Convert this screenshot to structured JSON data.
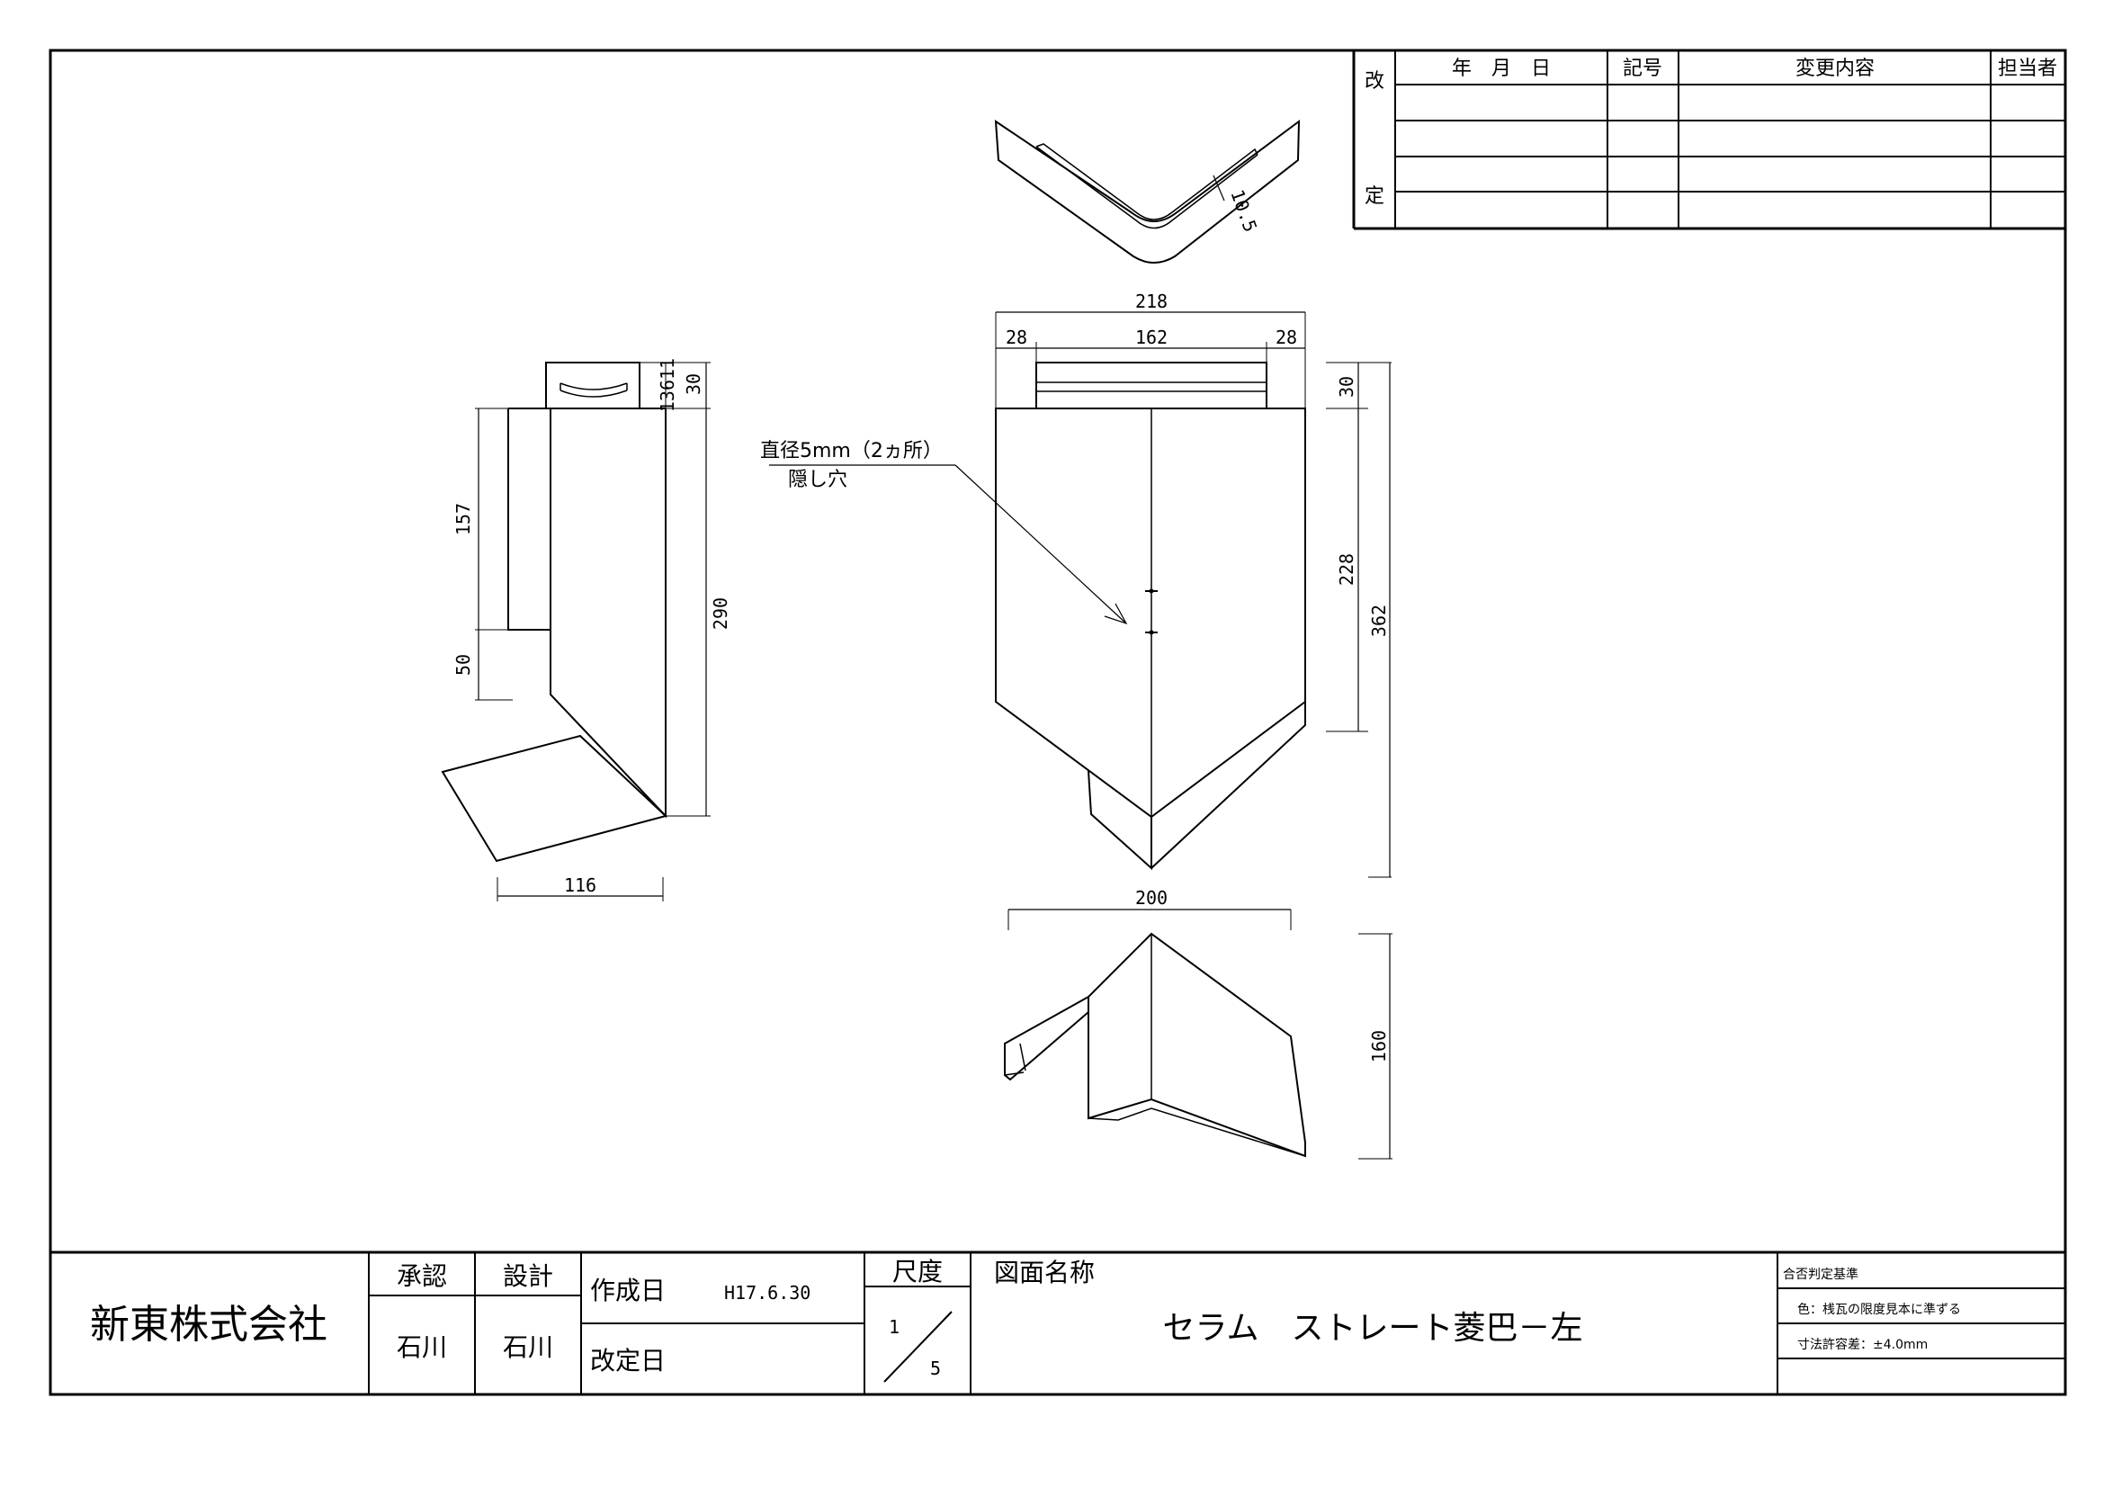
{
  "revision_table": {
    "side_top": "改",
    "side_bottom": "定",
    "headers": {
      "date": "年　月　日",
      "mark": "記号",
      "content": "変更内容",
      "person": "担当者"
    }
  },
  "drawing": {
    "side_view_dims": {
      "height_157": "157",
      "height_50": "50",
      "height_290": "290",
      "width_116": "116",
      "neck_30": "30",
      "neck_small": "13611"
    },
    "front_view_dims": {
      "width_218": "218",
      "left_28": "28",
      "center_162": "162",
      "right_28": "28",
      "neck_30": "30",
      "body_228": "228",
      "total_362": "362",
      "bottom_200": "200",
      "depth_160": "160"
    },
    "top_view_dims": {
      "thickness": "10.5"
    },
    "annotation": {
      "line1": "直径5mm（2ヵ所）",
      "line2": "隠し穴"
    }
  },
  "title_block": {
    "company": "新東株式会社",
    "approval_label": "承認",
    "design_label": "設計",
    "approver": "石川",
    "designer": "石川",
    "created_label": "作成日",
    "created_date": "H17.6.30",
    "revised_label": "改定日",
    "scale_label": "尺度",
    "scale_num": "1",
    "scale_den": "5",
    "drawing_name_label": "図面名称",
    "drawing_name": "セラム　ストレート菱巴－左",
    "criteria_title": "合否判定基準",
    "criteria_color": "色：桟瓦の限度見本に準ずる",
    "criteria_tolerance": "寸法許容差：±4.0mm"
  }
}
